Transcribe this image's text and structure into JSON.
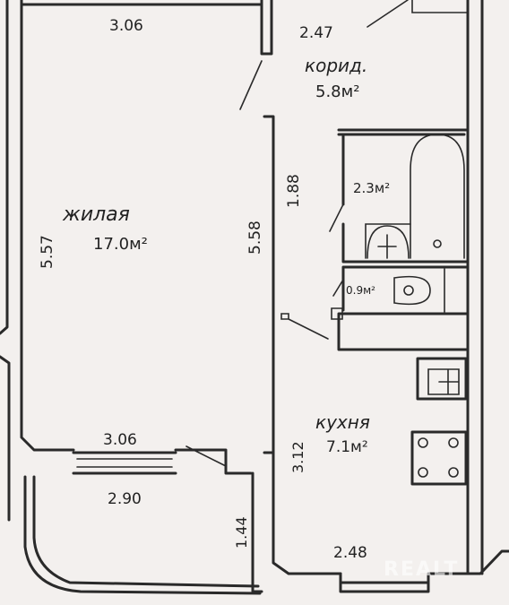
{
  "rooms": {
    "living": {
      "name": "жилая",
      "area": "17.0м²"
    },
    "corridor": {
      "name": "корид.",
      "area": "5.8м²"
    },
    "bathroom": {
      "area": "2.3м²"
    },
    "toilet": {
      "area": "0.9м²"
    },
    "kitchen": {
      "name": "кухня",
      "area": "7.1м²"
    }
  },
  "dimensions": {
    "living_top": "3.06",
    "living_left": "5.57",
    "living_right": "5.58",
    "living_bottom": "3.06",
    "corridor_top": "2.47",
    "corridor_side": "1.88",
    "balcony_width": "2.90",
    "balcony_depth": "1.44",
    "kitchen_side": "3.12",
    "kitchen_bottom": "2.48"
  },
  "watermark": "REALT",
  "colors": {
    "paper": "#f3f0ee",
    "ink": "#2a2a2a"
  }
}
